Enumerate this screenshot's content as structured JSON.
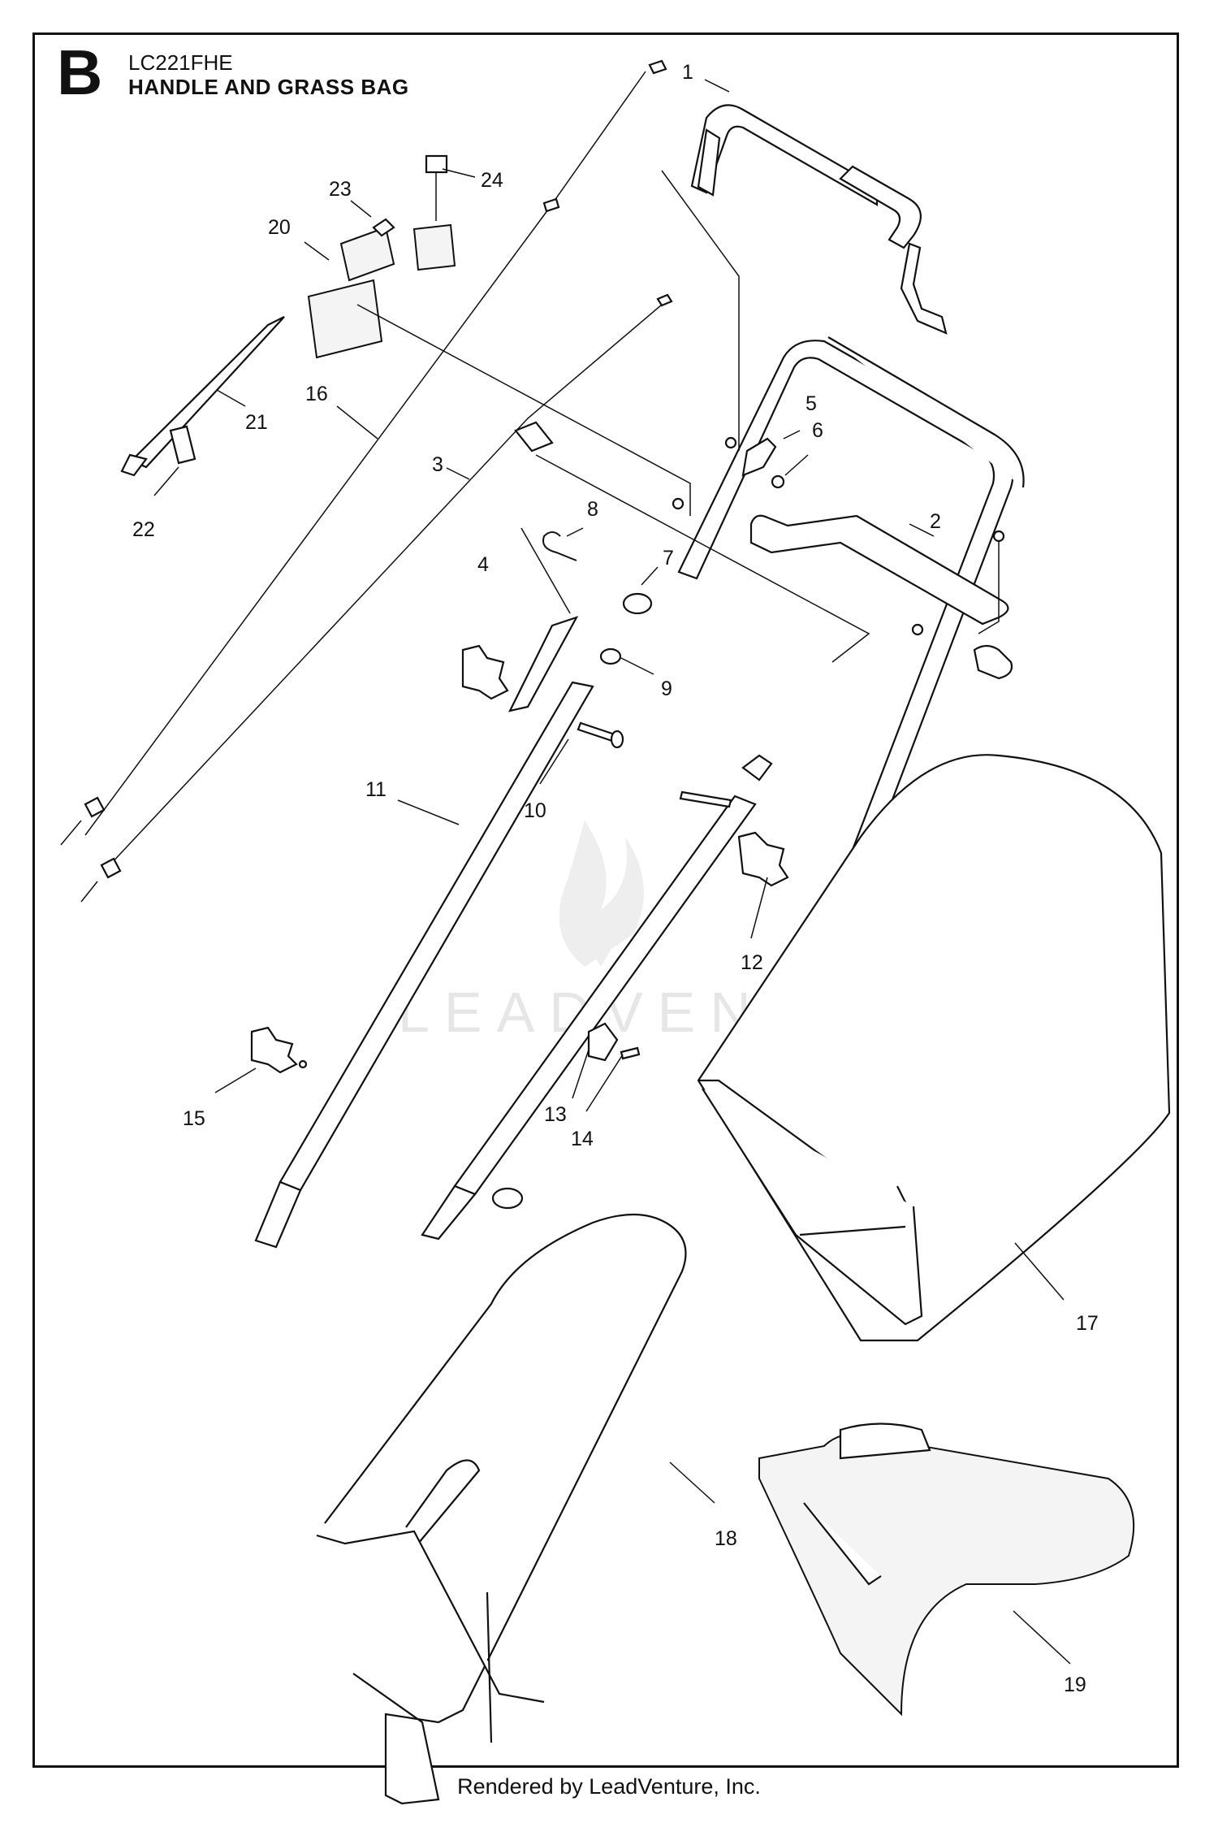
{
  "header": {
    "section_letter": "B",
    "model": "LC221FHE",
    "title": "HANDLE AND GRASS BAG"
  },
  "watermark": "LEADVENTURE",
  "footer": "Rendered by LeadVenture, Inc.",
  "callouts": [
    "1",
    "2",
    "3",
    "4",
    "5",
    "6",
    "7",
    "8",
    "9",
    "10",
    "11",
    "12",
    "13",
    "14",
    "15",
    "16",
    "17",
    "18",
    "19",
    "20",
    "21",
    "22",
    "23",
    "24"
  ]
}
